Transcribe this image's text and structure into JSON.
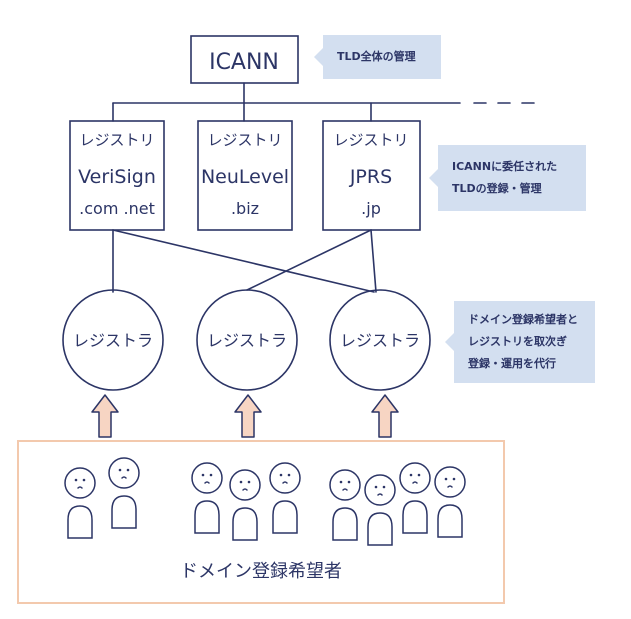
{
  "icann": {
    "label": "ICANN"
  },
  "registries": [
    {
      "role": "レジストリ",
      "name": "VeriSign",
      "tlds": ".com .net"
    },
    {
      "role": "レジストリ",
      "name": "NeuLevel",
      "tlds": ".biz"
    },
    {
      "role": "レジストリ",
      "name": "JPRS",
      "tlds": ".jp"
    }
  ],
  "registrars": [
    {
      "label": "レジストラ"
    },
    {
      "label": "レジストラ"
    },
    {
      "label": "レジストラ"
    }
  ],
  "notes": {
    "icann": "TLD全体の管理",
    "registry": [
      "ICANNに委任された",
      "TLDの登録・管理"
    ],
    "registrar": [
      "ドメイン登録希望者と",
      "レジストリを取次ぎ",
      "登録・運用を代行"
    ]
  },
  "applicants": {
    "label": "ドメイン登録希望者"
  },
  "colors": {
    "line": "#2c3566",
    "note_bg": "#d3dff0",
    "arrow_fill": "#f7d5c3",
    "frame": "#f3c9ad"
  },
  "icons": {
    "applicant": "person-icon",
    "upload": "up-arrow-icon"
  }
}
